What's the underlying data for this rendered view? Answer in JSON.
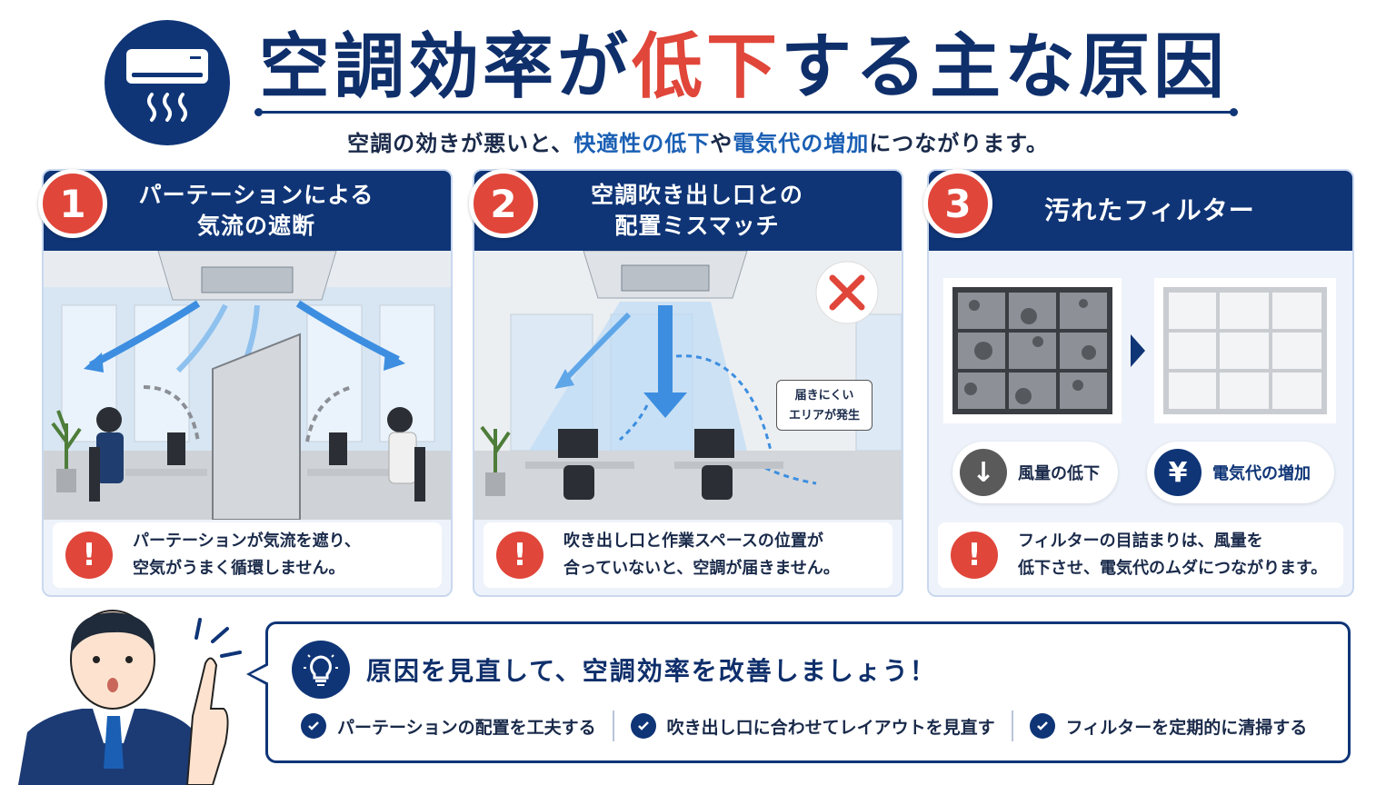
{
  "header": {
    "title_pre": "空調効率が",
    "title_highlight": "低下",
    "title_post": "する主な原因",
    "subtitle_pre": "空調の効きが悪いと、",
    "subtitle_em1": "快適性の低下",
    "subtitle_mid": "や",
    "subtitle_em2": "電気代の増加",
    "subtitle_post": "につながります。",
    "icon": "air-conditioner-icon"
  },
  "causes": [
    {
      "number": "1",
      "title_line1": "パーテーションによる",
      "title_line2": "気流の遮断",
      "note_line1": "パーテーションが気流を遮り、",
      "note_line2": "空気がうまく循環しません。"
    },
    {
      "number": "2",
      "title_line1": "空調吹き出し口との",
      "title_line2": "配置ミスマッチ",
      "callout_line1": "届きにくい",
      "callout_line2": "エリアが発生",
      "note_line1": "吹き出し口と作業スペースの位置が",
      "note_line2": "合っていないと、空調が届きません。"
    },
    {
      "number": "3",
      "title": "汚れたフィルター",
      "effects": [
        {
          "icon": "down-arrow-icon",
          "label": "風量の低下",
          "color": "#5a5a5a"
        },
        {
          "icon": "yen-icon",
          "label": "電気代の増加",
          "color": "#0f3577"
        }
      ],
      "note_line1": "フィルターの目詰まりは、風量を",
      "note_line2": "低下させ、電気代のムダにつながります。"
    }
  ],
  "tip": {
    "title": "原因を見直して、空調効率を改善しましょう！",
    "items": [
      "パーテーションの配置を工夫する",
      "吹き出し口に合わせてレイアウトを見直す",
      "フィルターを定期的に清掃する"
    ]
  },
  "colors": {
    "navy": "#0f3577",
    "accent_red": "#e0463a",
    "accent_blue": "#1a5fb4"
  }
}
